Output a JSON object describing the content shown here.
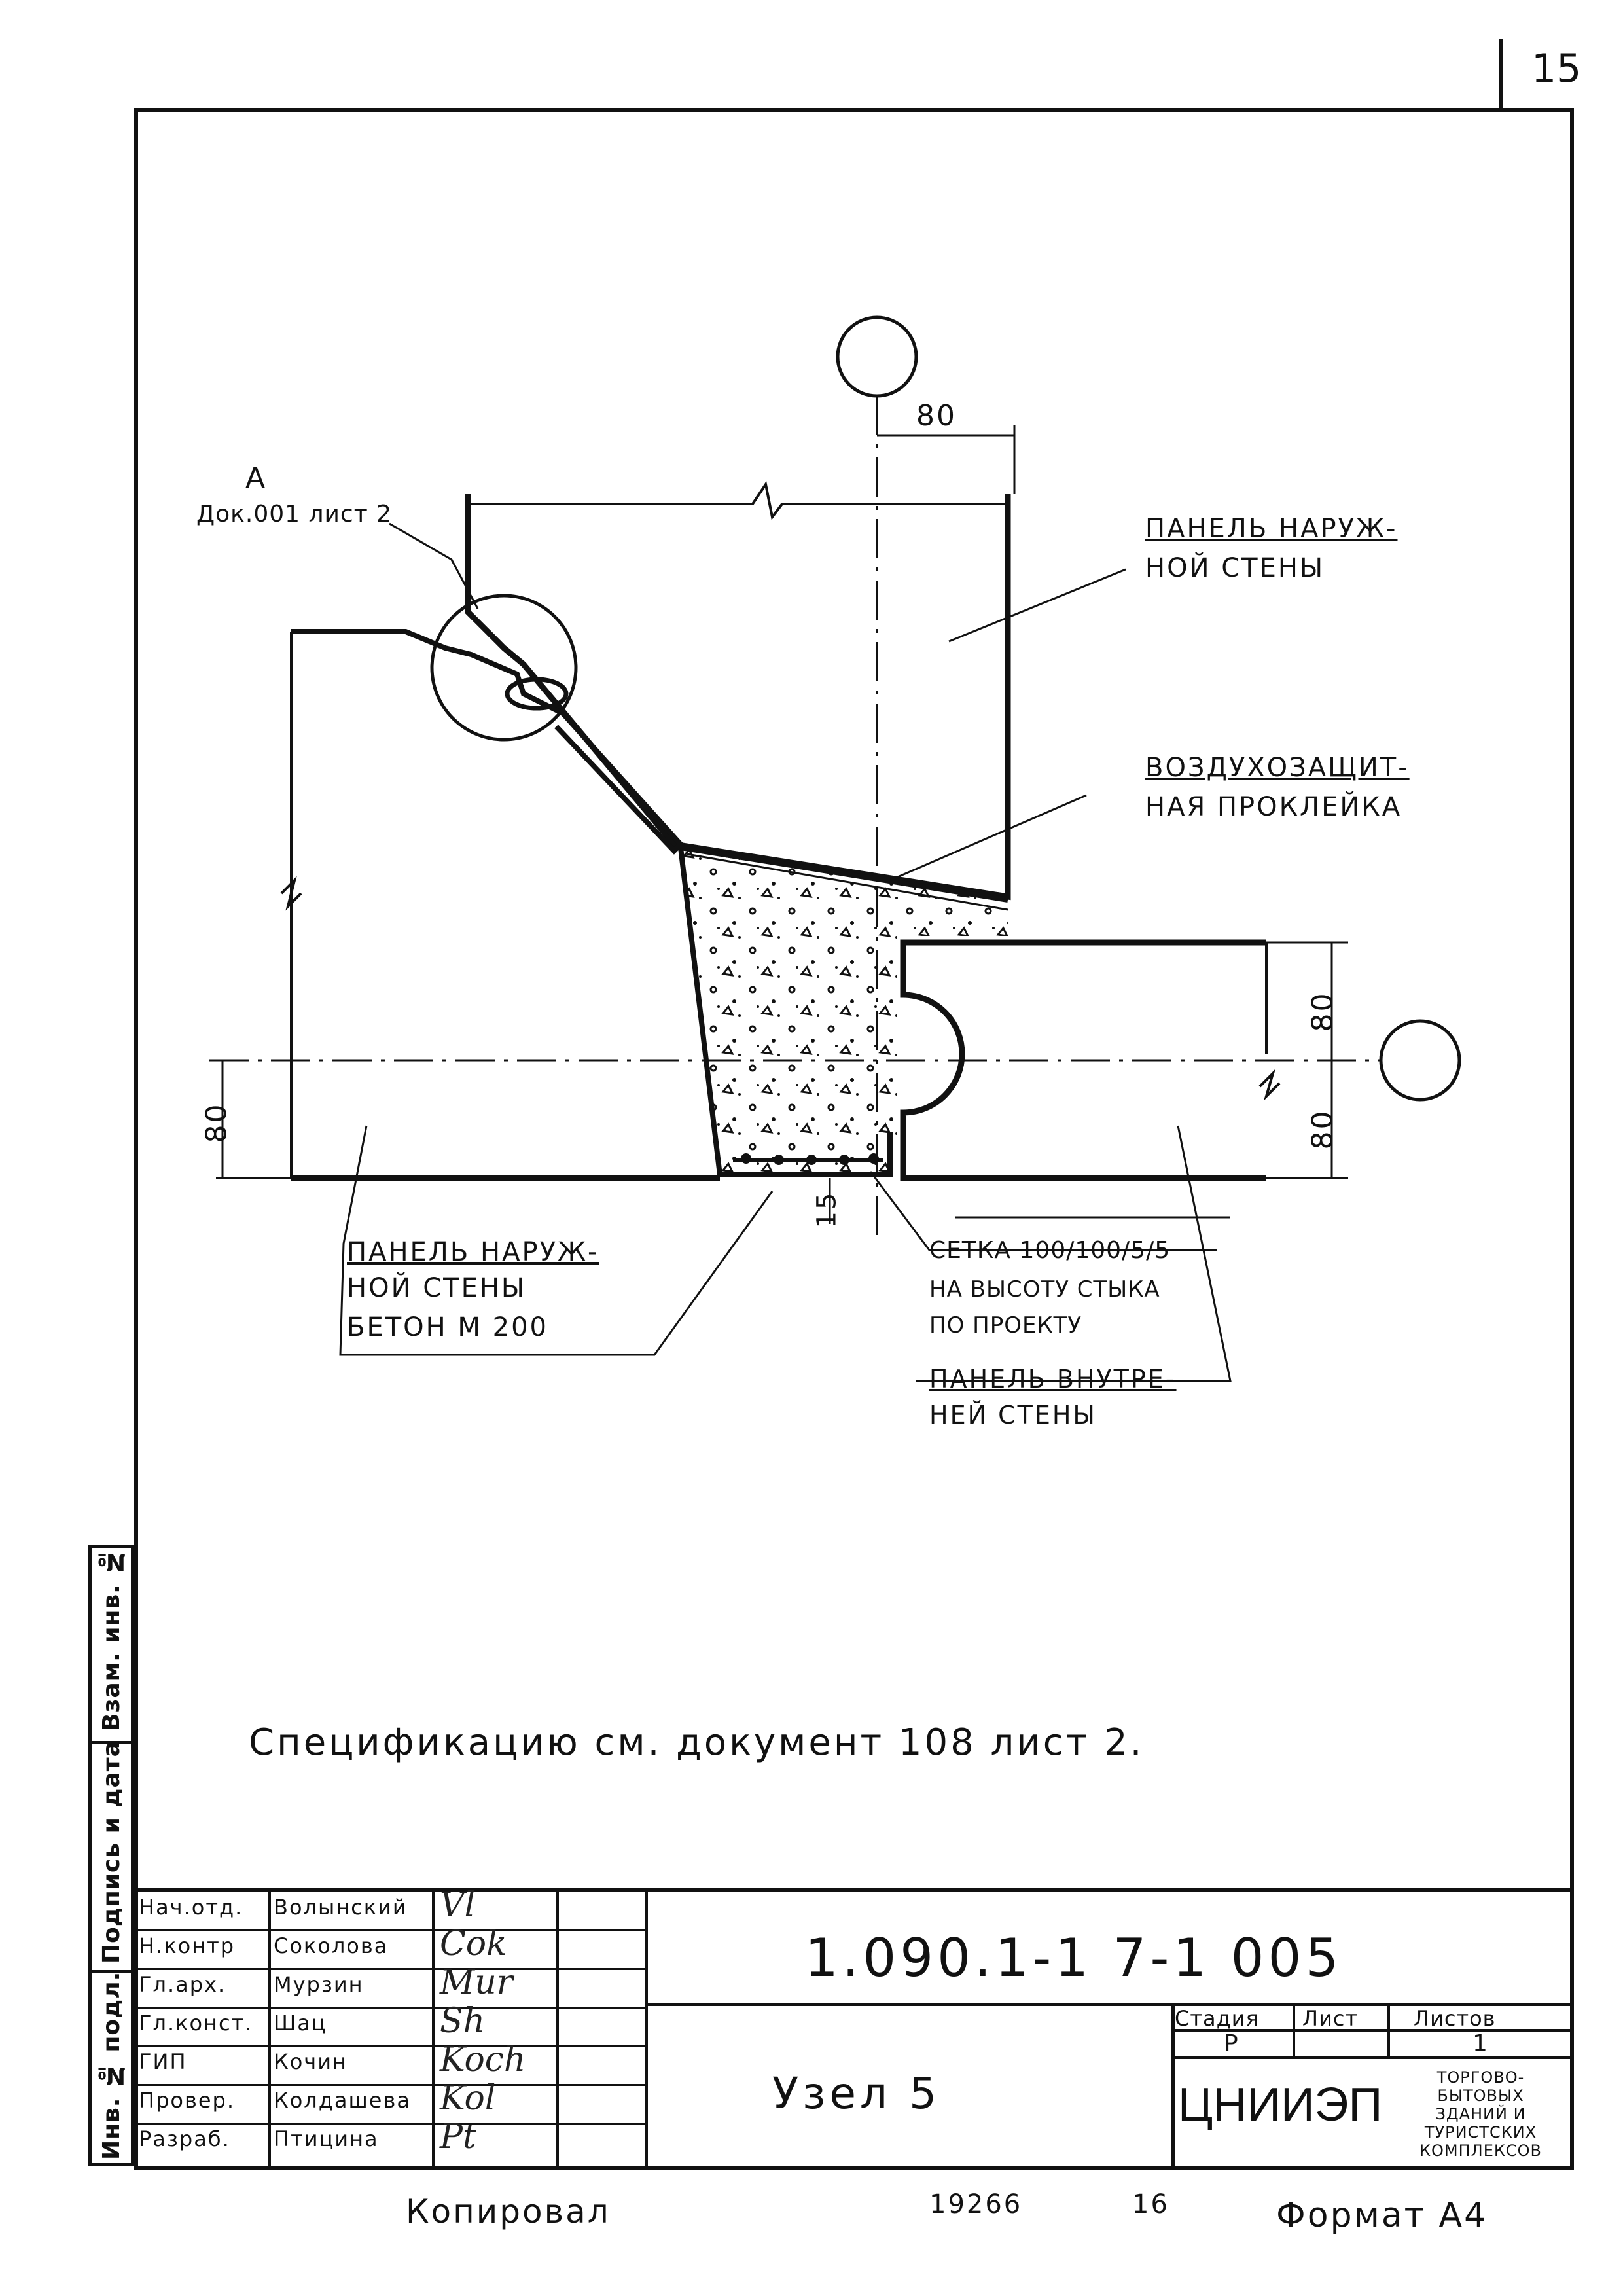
{
  "page_number": "15",
  "drawing": {
    "callout_letter": "А",
    "callout_ref": "Док.001 лист 2",
    "dim_top": "80",
    "dim_right_upper": "80",
    "dim_right_lower": "80",
    "dim_left": "80",
    "dim_bottom": "15",
    "label_outer_panel_top": [
      "Панель наруж-",
      "ной стены"
    ],
    "label_air_barrier": [
      "Воздухозащит-",
      "ная проклейка"
    ],
    "label_outer_panel_bottom": [
      "Панель наруж-",
      "ной стены",
      "Бетон М 200"
    ],
    "label_mesh": [
      "Сетка 100/100/5/5",
      "на высоту стыка",
      "по проекту"
    ],
    "label_inner_panel": [
      "Панель внутре-",
      "ней стены"
    ]
  },
  "specification_note": "Спецификацию см. документ 108 лист 2.",
  "side_stamp": {
    "cell1": "Взам. инв. №",
    "cell2": "Подпись и дата",
    "cell3": "Инв. № подл."
  },
  "title_block": {
    "designation": "1.090.1-1 7-1 005",
    "title": "Узел 5",
    "stage_header": "Стадия",
    "sheet_header": "Лист",
    "sheets_header": "Листов",
    "stage_value": "Р",
    "sheet_value": "",
    "sheets_value": "1",
    "org": "ЦНИИЭП",
    "org_desc": [
      "торгово-",
      "бытовых",
      "зданий и",
      "туристских",
      "комплексов"
    ],
    "people": [
      {
        "role": "Нач.отд.",
        "name": "Волынский",
        "sig": "Vl"
      },
      {
        "role": "Н.контр",
        "name": "Соколова",
        "sig": "Cok"
      },
      {
        "role": "Гл.арх.",
        "name": "Мурзин",
        "sig": "Mur"
      },
      {
        "role": "Гл.конст.",
        "name": "Шац",
        "sig": "Sh"
      },
      {
        "role": "ГИП",
        "name": "Кочин",
        "sig": "Koch"
      },
      {
        "role": "Провер.",
        "name": "Колдашева",
        "sig": "Kol"
      },
      {
        "role": "Разраб.",
        "name": "Птицина",
        "sig": "Pt"
      }
    ]
  },
  "footer": {
    "copied": "Копировал",
    "number": "19266",
    "sheet_no": "16",
    "format": "Формат А4"
  }
}
